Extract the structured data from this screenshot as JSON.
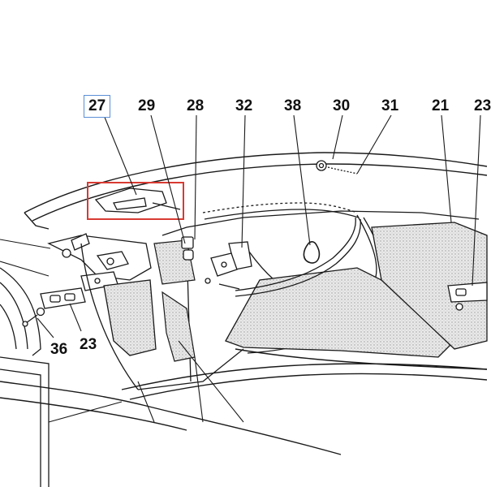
{
  "callouts": {
    "c27": "27",
    "c29": "29",
    "c28": "28",
    "c32": "32",
    "c38": "38",
    "c30": "30",
    "c31": "31",
    "c21": "21",
    "c23_right": "23",
    "c23_left": "23",
    "c36": "36"
  },
  "colors": {
    "line": "#1a1a1a",
    "highlight_box": "#d83a32",
    "selected_callout_border": "#5b8fd6",
    "panel_texture": "#cfcfcf"
  }
}
